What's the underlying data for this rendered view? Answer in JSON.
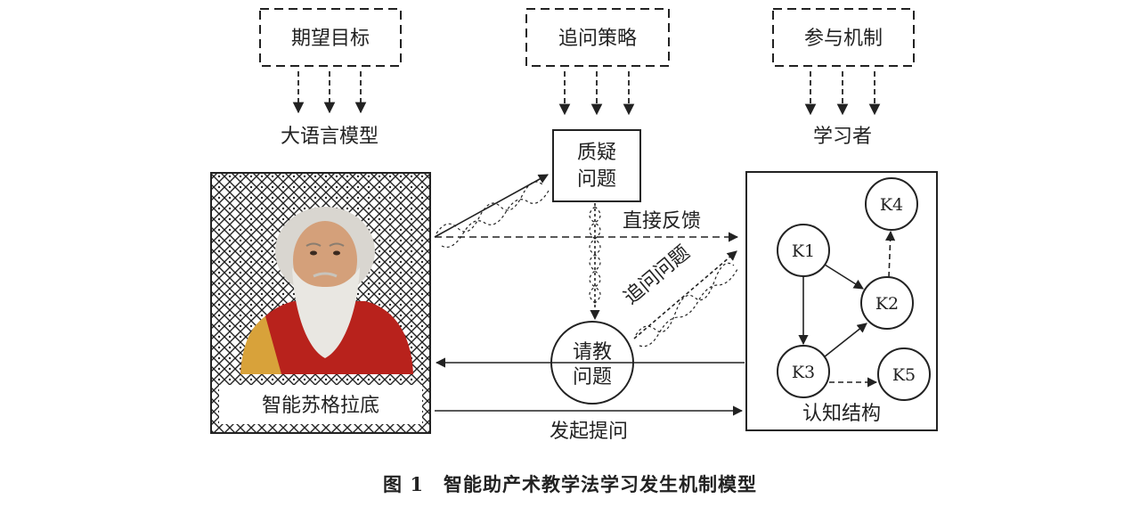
{
  "top_boxes": {
    "expected_goal": "期望目标",
    "questioning_strategy": "追问策略",
    "participation_mechanism": "参与机制"
  },
  "actors": {
    "llm": "大语言模型",
    "learner": "学习者"
  },
  "center": {
    "question_box_line1": "质疑",
    "question_box_line2": "问题",
    "ask_circle_line1": "请教",
    "ask_circle_line2": "问题"
  },
  "arrow_labels": {
    "direct_feedback": "直接反馈",
    "follow_up_question": "追问问题",
    "initiate_question": "发起提问"
  },
  "socrates_panel": {
    "label": "智能苏格拉底"
  },
  "cognitive_structure": {
    "title": "认知结构",
    "nodes": [
      "K1",
      "K2",
      "K3",
      "K4",
      "K5"
    ]
  },
  "caption": "图 1　智能助产术教学法学习发生机制模型"
}
